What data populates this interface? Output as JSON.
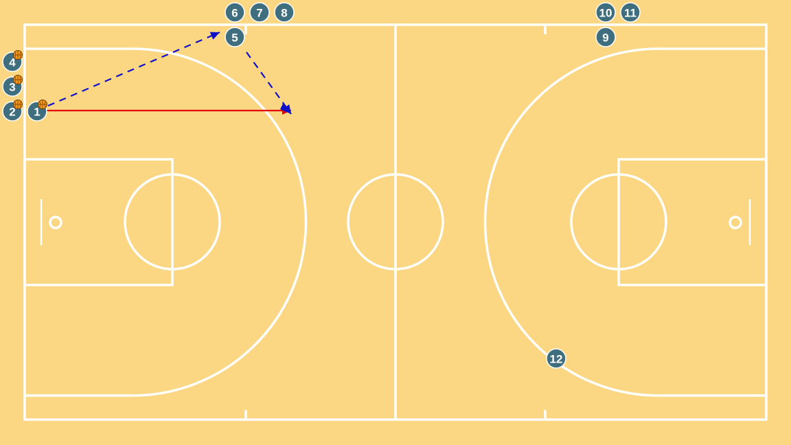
{
  "colors": {
    "background": "#fbd784",
    "court_lines": "#ffffff",
    "player_fill": "#3f6f7e",
    "player_stroke": "#ffffff",
    "dribble_arrow": "#e00000",
    "pass_arrow": "#1010c8",
    "ball": "#f59a1b"
  },
  "players": [
    {
      "label": "1",
      "has_ball": true
    },
    {
      "label": "2",
      "has_ball": true
    },
    {
      "label": "3",
      "has_ball": true
    },
    {
      "label": "4",
      "has_ball": true
    },
    {
      "label": "5",
      "has_ball": false
    },
    {
      "label": "6",
      "has_ball": false
    },
    {
      "label": "7",
      "has_ball": false
    },
    {
      "label": "8",
      "has_ball": false
    },
    {
      "label": "9",
      "has_ball": false
    },
    {
      "label": "10",
      "has_ball": false
    },
    {
      "label": "11",
      "has_ball": false
    },
    {
      "label": "12",
      "has_ball": false
    }
  ],
  "actions": [
    {
      "type": "dribble",
      "from_player": "1"
    },
    {
      "type": "pass",
      "from_player": "1",
      "to_player": "5"
    },
    {
      "type": "cut",
      "from_player": "5"
    }
  ]
}
